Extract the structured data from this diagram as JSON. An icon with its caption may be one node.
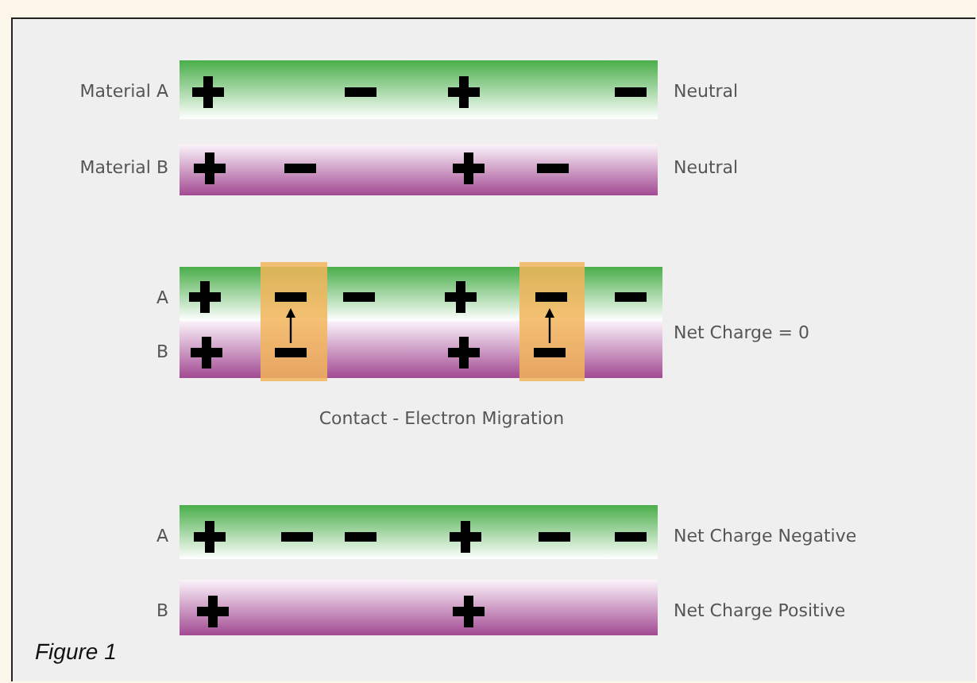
{
  "diagram": {
    "caption": "Figure 1",
    "labels": [
      "Material A",
      "Neutral",
      "Material B",
      "Neutral",
      "A",
      "B",
      "Net Charge = 0",
      "Contact - Electron Migration",
      "A",
      "Net Charge Negative",
      "B",
      "Net Charge Positive"
    ]
  }
}
